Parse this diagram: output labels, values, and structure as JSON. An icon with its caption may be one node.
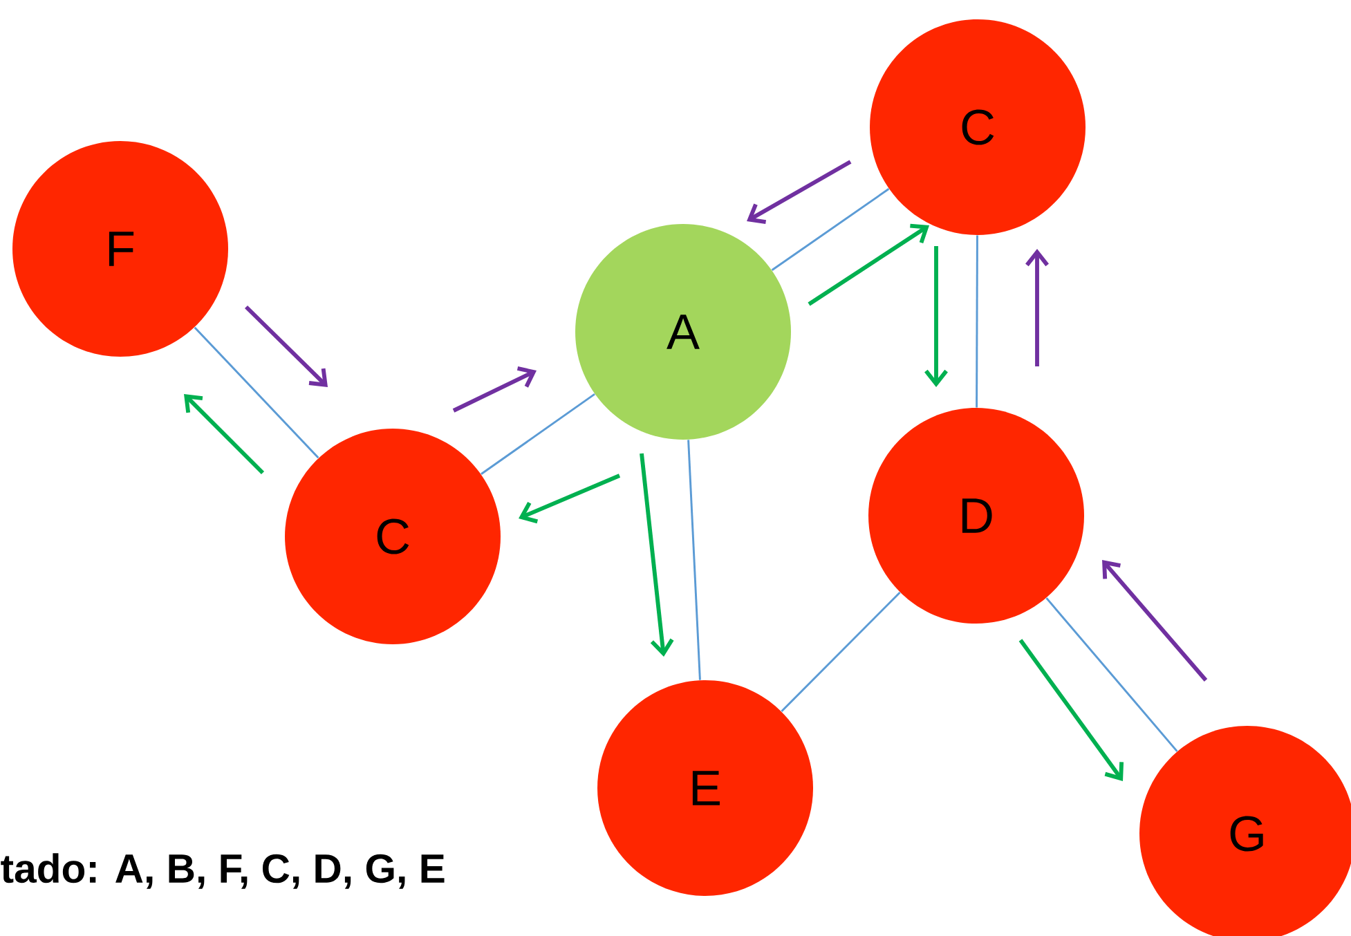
{
  "diagram": {
    "nodes": [
      {
        "text": [
          "F"
        ]
      },
      {
        "text": [
          "A"
        ]
      },
      {
        "text": [
          "C"
        ]
      },
      {
        "text": [
          "C"
        ]
      },
      {
        "text": [
          "D"
        ]
      },
      {
        "text": [
          "E"
        ]
      },
      {
        "text": [
          "G"
        ]
      }
    ],
    "edges": [
      {
        "from": 0,
        "to": 3,
        "arrow": "none"
      },
      {
        "from": 3,
        "to": 1,
        "arrow": "none"
      },
      {
        "from": 1,
        "to": 2,
        "arrow": "none"
      },
      {
        "from": 1,
        "to": 5,
        "arrow": "none"
      },
      {
        "from": 2,
        "to": 4,
        "arrow": "none"
      },
      {
        "from": 4,
        "to": 5,
        "arrow": "none"
      },
      {
        "from": 4,
        "to": 6,
        "arrow": "none"
      }
    ],
    "labels": [
      "**tado: A, B, F, C, D, G, E**"
    ]
  }
}
